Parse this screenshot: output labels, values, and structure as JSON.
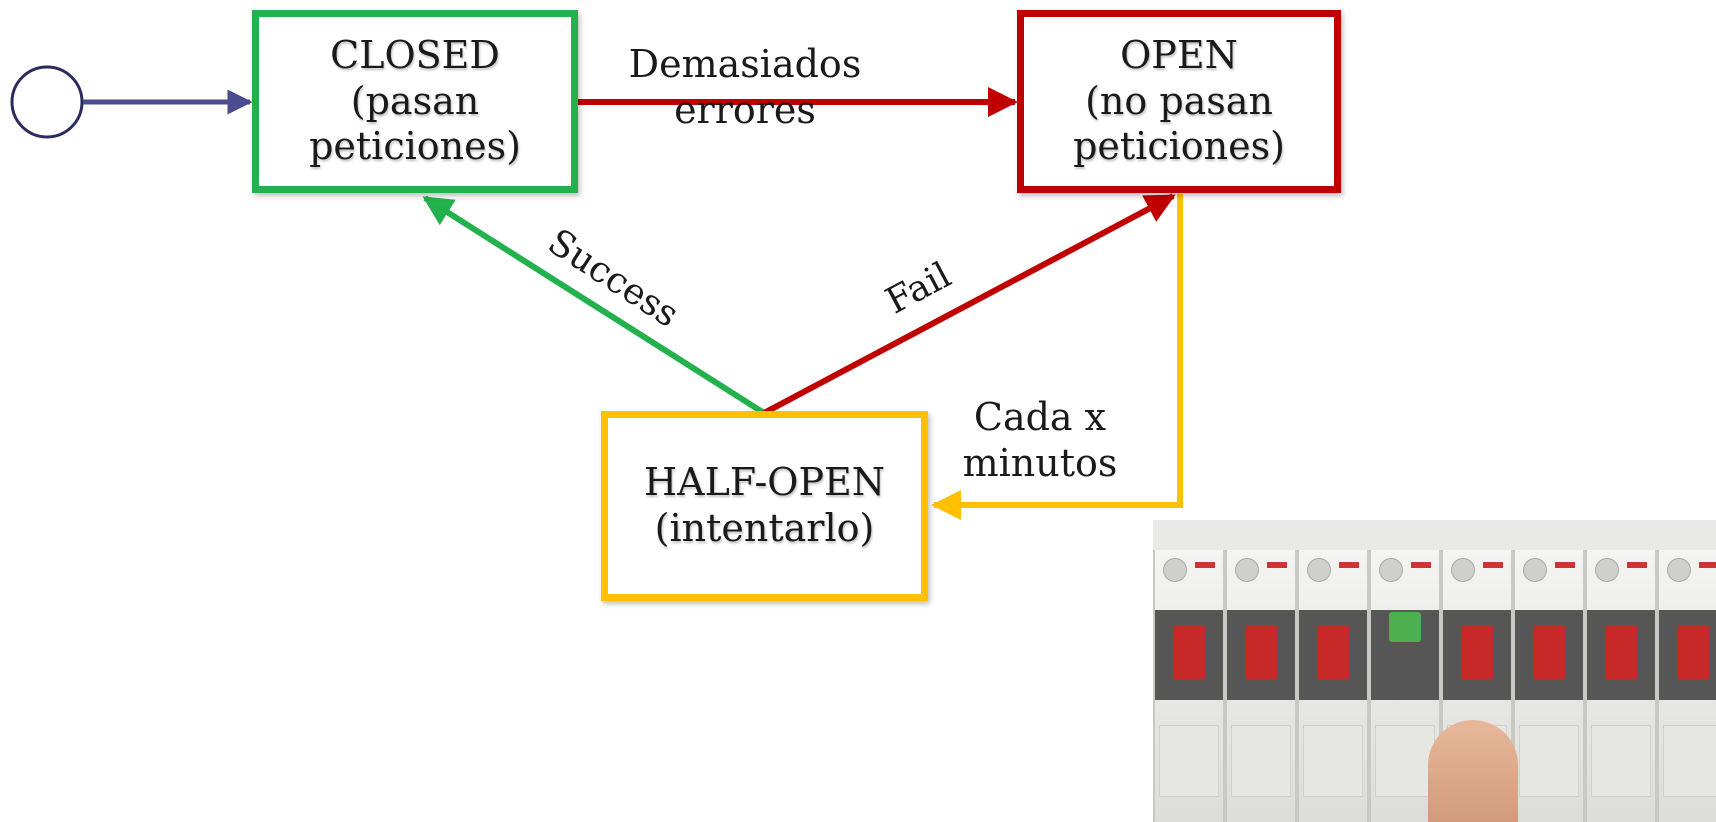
{
  "states": {
    "closed": {
      "title": "CLOSED",
      "desc_line1": "(pasan",
      "desc_line2": "peticiones)",
      "border_color": "#22b14c"
    },
    "open": {
      "title": "OPEN",
      "desc_line1": "(no pasan",
      "desc_line2": "peticiones)",
      "border_color": "#c00000"
    },
    "half_open": {
      "title": "HALF-OPEN",
      "desc_line1": "(intentarlo)",
      "border_color": "#ffc000"
    }
  },
  "transitions": {
    "closed_to_open": {
      "line1": "Demasiados",
      "line2": "errores",
      "color": "#c00000"
    },
    "half_to_closed": {
      "label": "Success",
      "color": "#22b14c"
    },
    "half_to_open": {
      "label": "Fail",
      "color": "#c00000"
    },
    "open_to_half": {
      "line1": "Cada x",
      "line2": "minutos",
      "color": "#ffc000"
    },
    "initial": {
      "color": "#4b4b8f"
    }
  },
  "photo": {
    "icon": "circuit-breaker-panel-photo"
  }
}
